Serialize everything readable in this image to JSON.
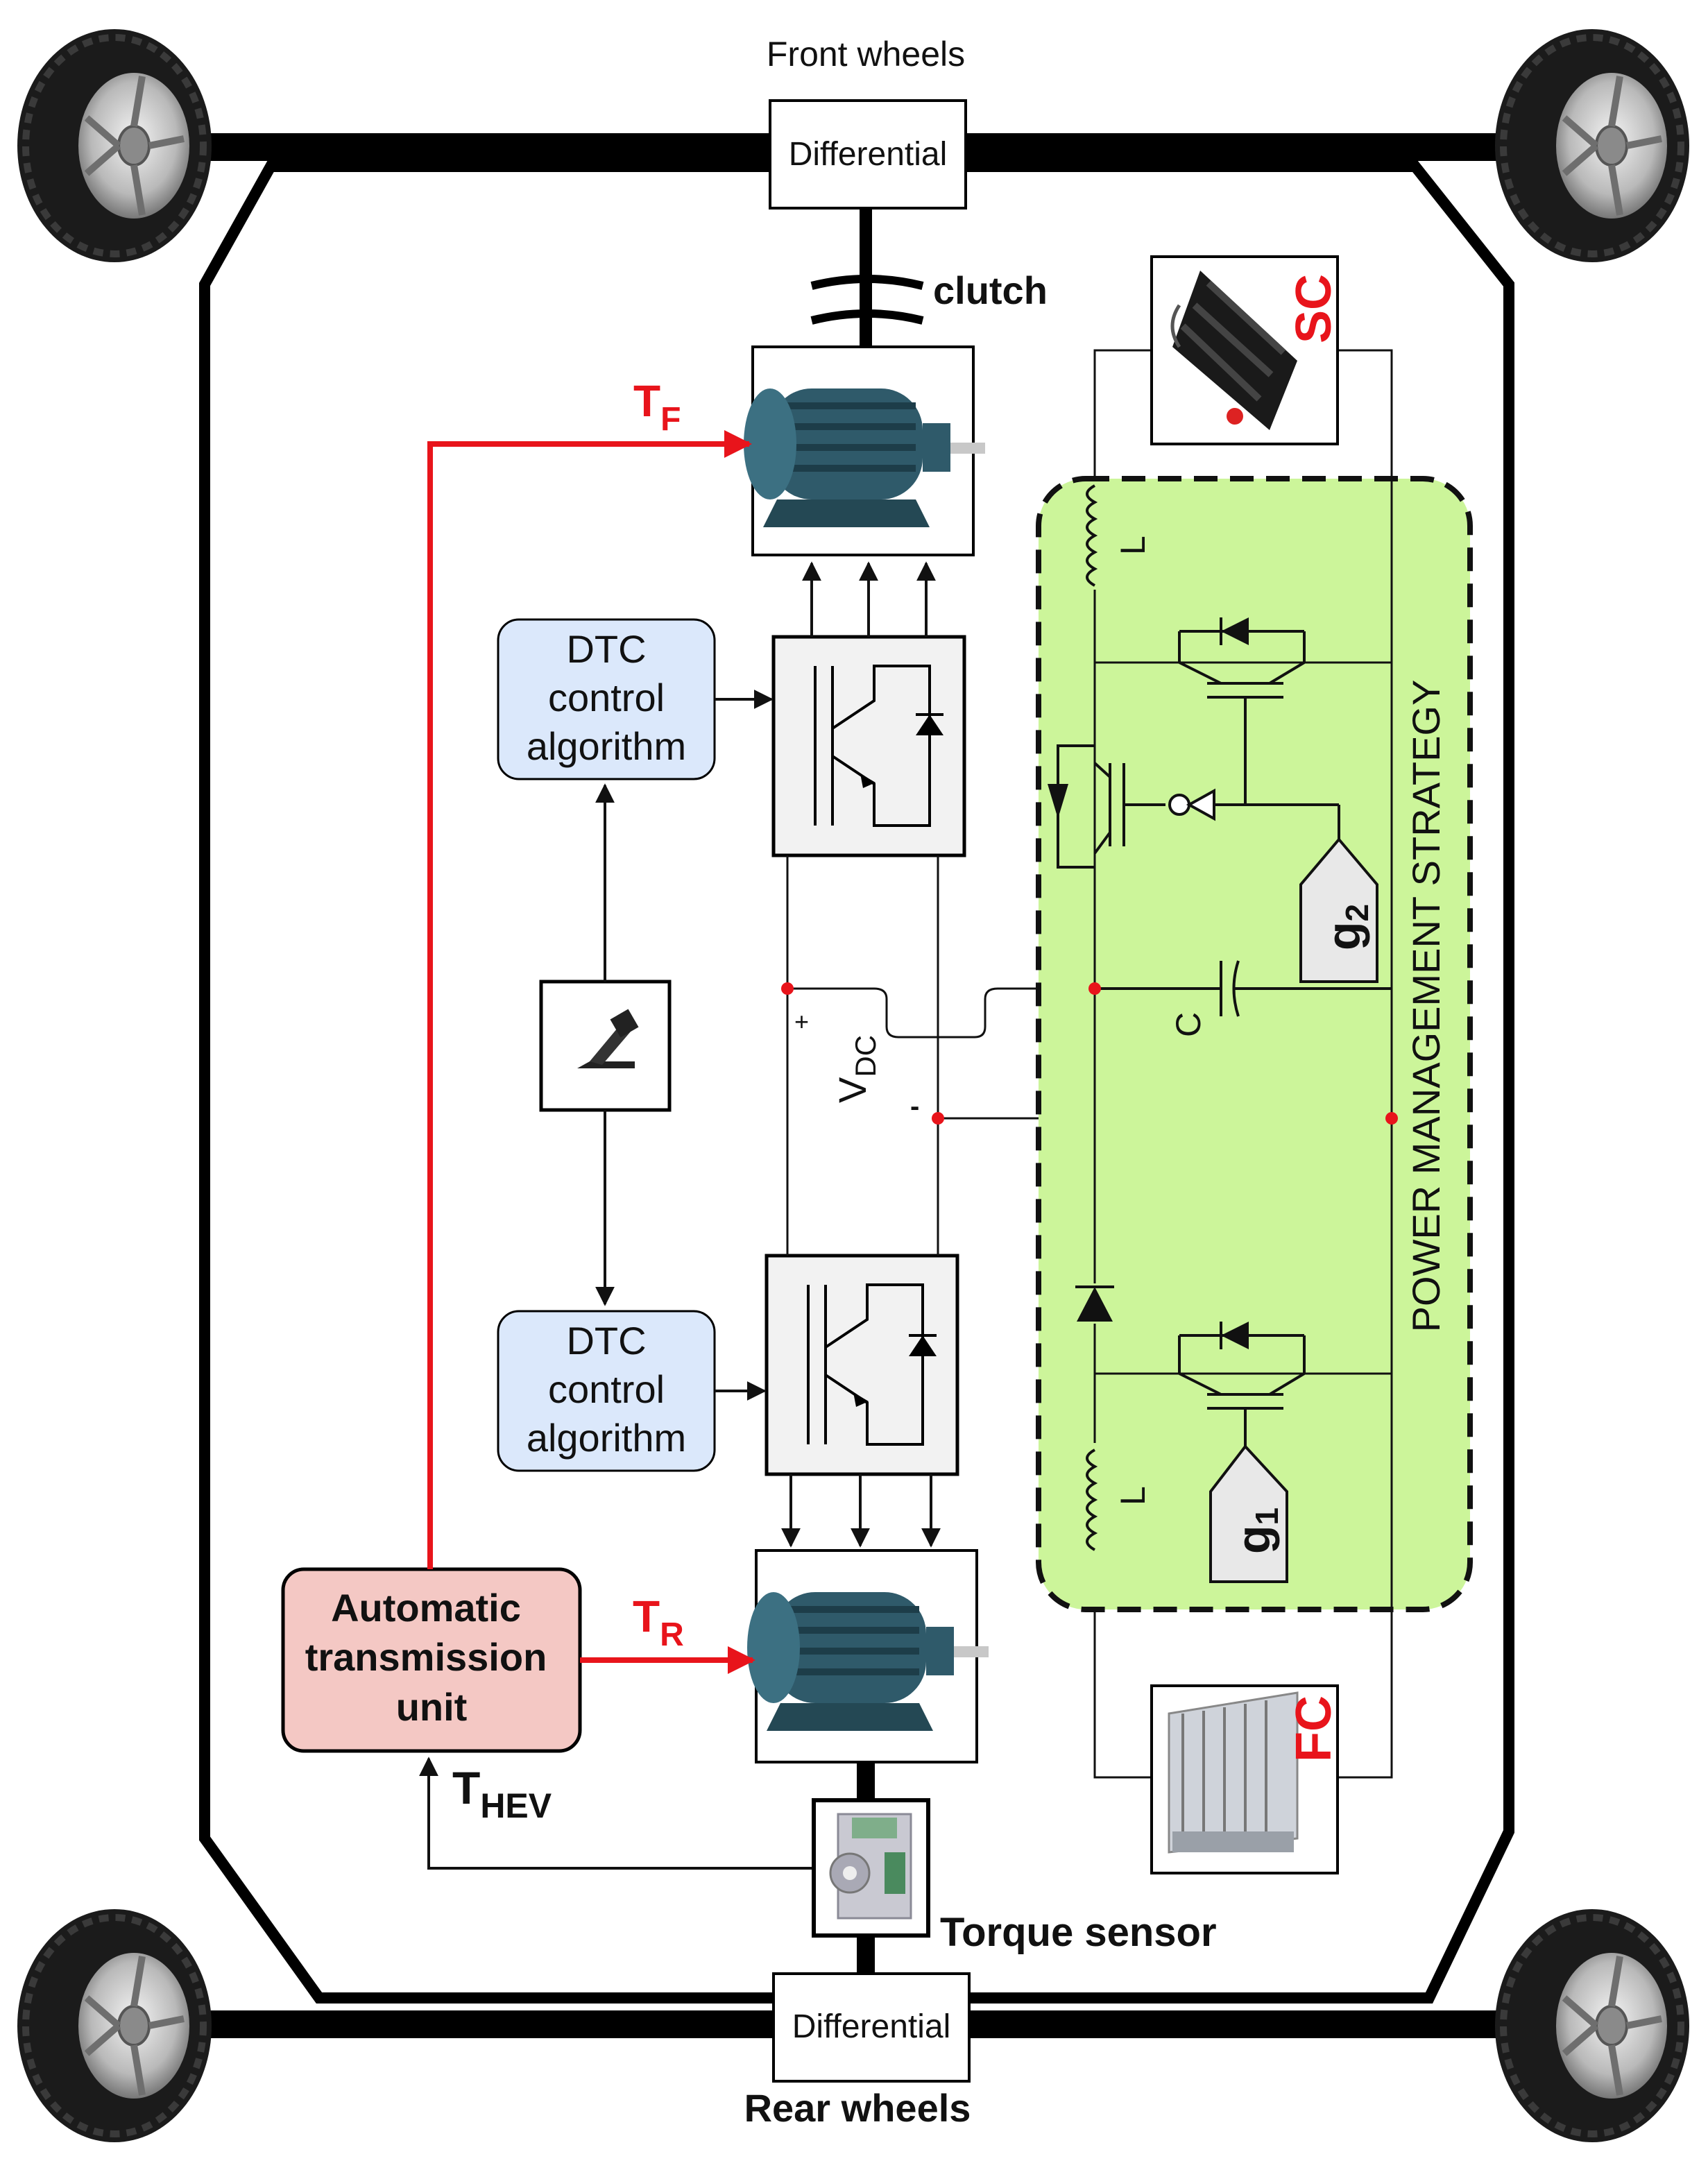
{
  "labels": {
    "front_wheels": "Front wheels",
    "rear_wheels": "Rear wheels",
    "differential_front": "Differential",
    "differential_rear": "Differential",
    "clutch": "clutch",
    "torque_sensor": "Torque sensor",
    "strategy": "POWER MANAGEMENT STRATEGY",
    "sc": "SC",
    "fc": "FC",
    "inductor_top": "L",
    "inductor_bottom": "L",
    "capacitor": "C",
    "gate_top": "g",
    "gate_top_sub": "2",
    "gate_bottom": "g",
    "gate_bottom_sub": "1",
    "vdc": "V",
    "vdc_sub": "DC",
    "plus": "+",
    "minus": "-",
    "tf": "T",
    "tf_sub": "F",
    "tr": "T",
    "tr_sub": "R",
    "thev": "T",
    "thev_sub": "HEV"
  },
  "dtc_top": [
    "DTC",
    "control",
    "algorithm"
  ],
  "dtc_bottom": [
    "DTC",
    "control",
    "algorithm"
  ],
  "atu": [
    "Automatic",
    "transmission",
    "unit"
  ],
  "colors": {
    "red": "#e8141b",
    "green": "#ccf59a",
    "dtc_fill": "#dbe8fb",
    "atu_fill": "#f4c8c4",
    "motor": "#2f5a6a"
  }
}
